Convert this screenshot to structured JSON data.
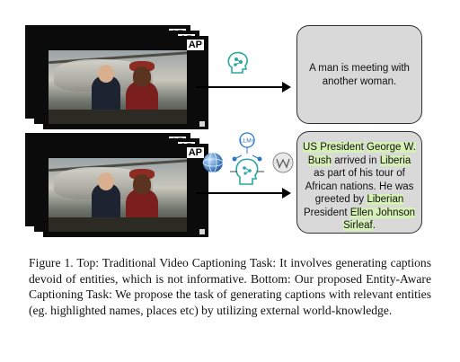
{
  "top_frames": {
    "watermark": "AP"
  },
  "bottom_frames": {
    "watermark": "AP"
  },
  "icons": {
    "top_model": "brain-head-icon",
    "bottom_model": "llm-head-icon",
    "bottom_model_label": "LLMs",
    "web": "globe-icon",
    "wiki": "wikipedia-icon"
  },
  "caption_top": "A man is meeting with another woman.",
  "caption_bottom": {
    "parts": [
      {
        "text": "US President",
        "hl": true
      },
      {
        "text": " ",
        "hl": false
      },
      {
        "text": "George W. Bush",
        "hl": true
      },
      {
        "text": " arrived in ",
        "hl": false
      },
      {
        "text": "Liberia",
        "hl": true
      },
      {
        "text": " as part of his tour of African nations. He was greeted by ",
        "hl": false
      },
      {
        "text": "Liberian",
        "hl": true
      },
      {
        "text": " President ",
        "hl": false
      },
      {
        "text": "Ellen Johnson Sirleaf",
        "hl": true
      },
      {
        "text": ".",
        "hl": false
      }
    ]
  },
  "figure_caption": "Figure 1. Top: Traditional Video Captioning Task: It involves generating captions devoid of entities, which is not informative. Bottom: Our proposed Entity-Aware Captioning Task: We propose the task of generating captions with relevant entities (eg. highlighted names, places etc) by utilizing external world-knowledge.",
  "colors": {
    "highlight": "#d5f0b4",
    "box_fill": "#d9d9d9",
    "icon_teal": "#2aa7a0"
  }
}
